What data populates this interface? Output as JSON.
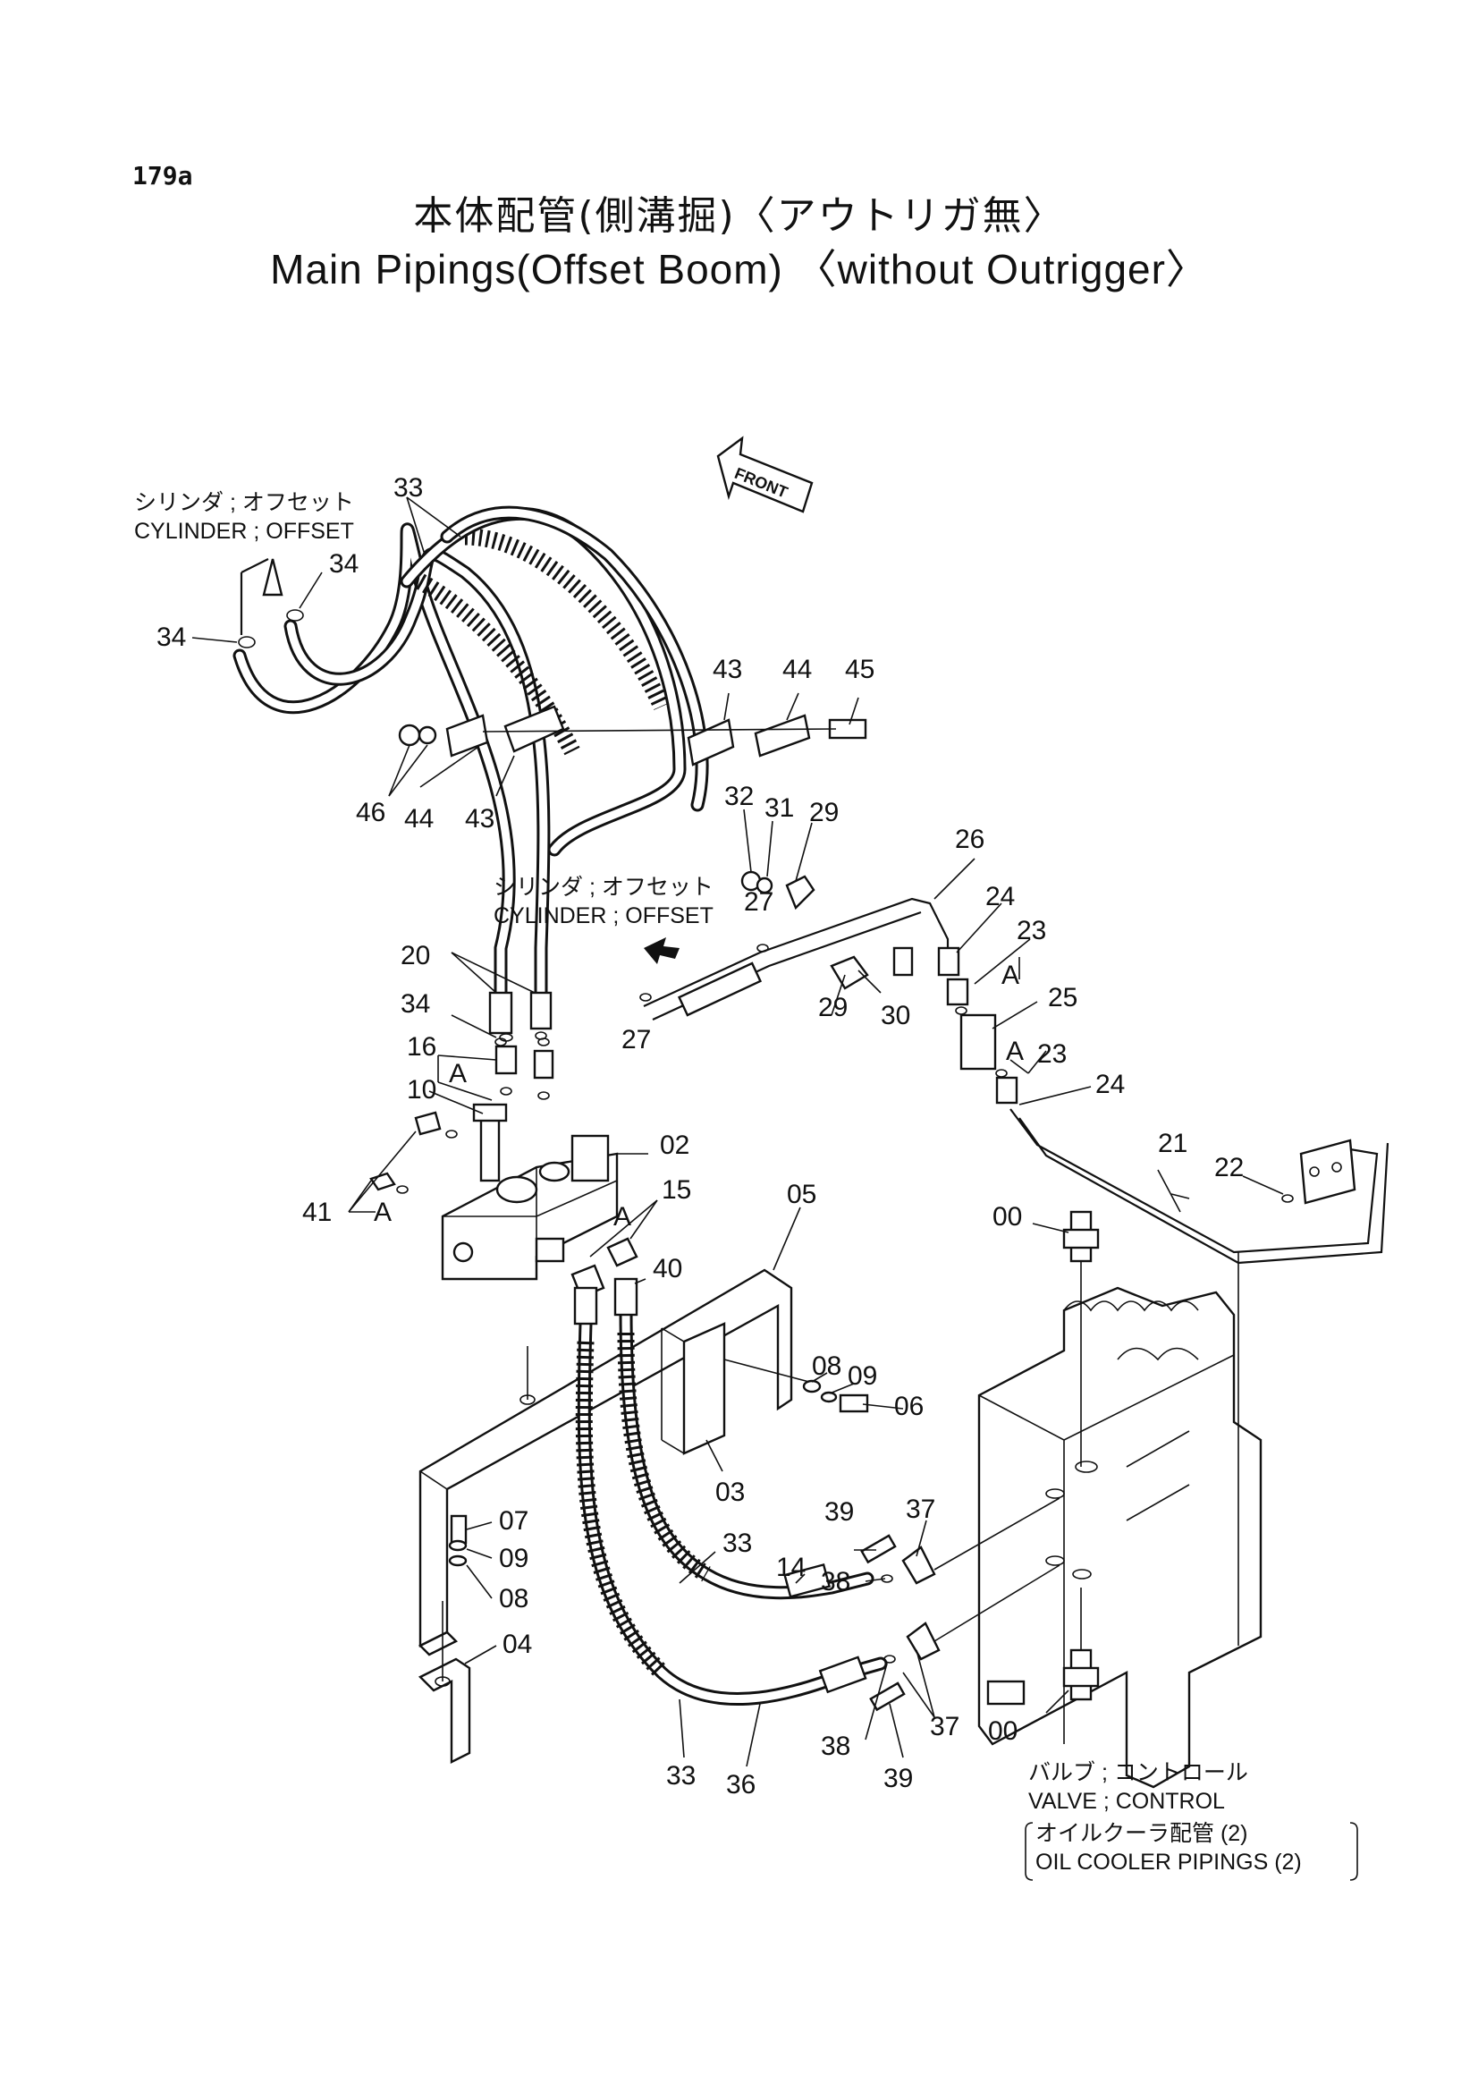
{
  "page": {
    "number": "179a",
    "title_jp": "本体配管(側溝掘)〈アウトリガ無〉",
    "title_en": "Main Pipings(Offset Boom) 〈without Outrigger〉"
  },
  "notes": {
    "cylinder_offset_1_jp": "シリンダ ; オフセット",
    "cylinder_offset_1_en": "CYLINDER ; OFFSET",
    "cylinder_offset_2_jp": "シリンダ ; オフセット",
    "cylinder_offset_2_en": "CYLINDER ; OFFSET",
    "valve_control_jp": "バルブ ; コントロール",
    "valve_control_en": "VALVE ; CONTROL",
    "oil_cooler_jp": "オイルクーラ配管 (2)",
    "oil_cooler_en": "OIL COOLER PIPINGS (2)",
    "front": "FRONT"
  },
  "callouts": {
    "c33a": "33",
    "c34a": "34",
    "c34b": "34",
    "c43a": "43",
    "c44a": "44",
    "c45": "45",
    "c46": "46",
    "c44b": "44",
    "c43b": "43",
    "c32": "32",
    "c31": "31",
    "c29a": "29",
    "c26": "26",
    "c24a": "24",
    "c23a": "23",
    "cA1": "A",
    "c27a": "27",
    "c20": "20",
    "c34c": "34",
    "c16": "16",
    "cA2": "A",
    "c10": "10",
    "c29b": "29",
    "c30": "30",
    "c25": "25",
    "c27b": "27",
    "cA3": "A",
    "c23b": "23",
    "c24b": "24",
    "c02": "02",
    "c15": "15",
    "cA4": "A",
    "c41": "41",
    "cA5": "A",
    "c40": "40",
    "c05": "05",
    "c21": "21",
    "c22": "22",
    "c00a": "00",
    "c08a": "08",
    "c09a": "09",
    "c06": "06",
    "c03": "03",
    "c07": "07",
    "c09b": "09",
    "c08b": "08",
    "c04": "04",
    "c39a": "39",
    "c37a": "37",
    "c33b": "33",
    "c14": "14",
    "c38a": "38",
    "c38b": "38",
    "c37b": "37",
    "c39b": "39",
    "c00b": "00",
    "c33c": "33",
    "c36": "36"
  }
}
